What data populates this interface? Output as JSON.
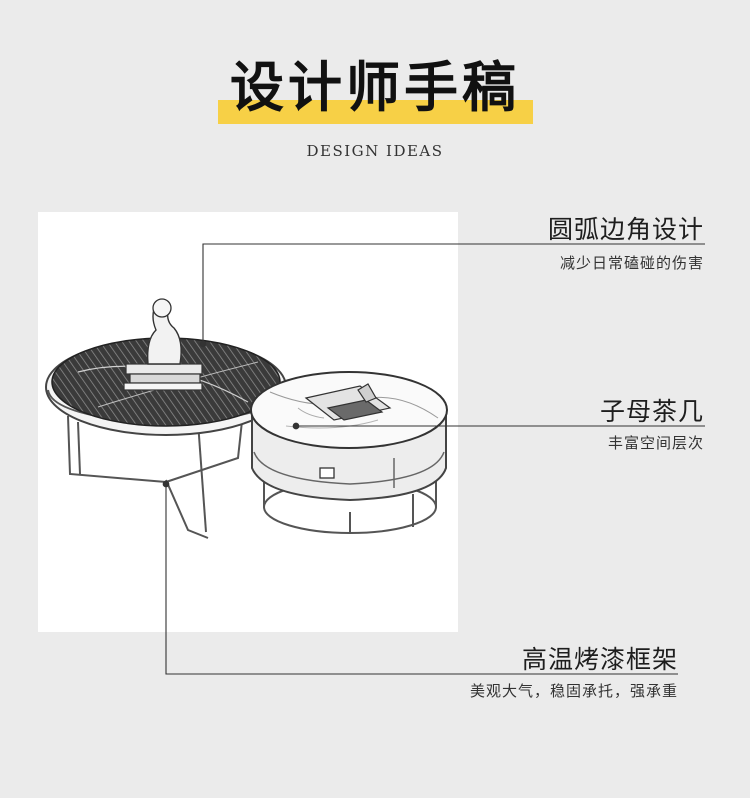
{
  "header": {
    "title": "设计师手稿",
    "subtitle": "DESIGN IDEAS",
    "highlight_color": "#f7d046"
  },
  "features": [
    {
      "title": "圆弧边角设计",
      "description": "减少日常磕碰的伤害"
    },
    {
      "title": "子母茶几",
      "description": "丰富空间层次"
    },
    {
      "title": "高温烤漆框架",
      "description": "美观大气，稳固承托，强承重"
    }
  ]
}
